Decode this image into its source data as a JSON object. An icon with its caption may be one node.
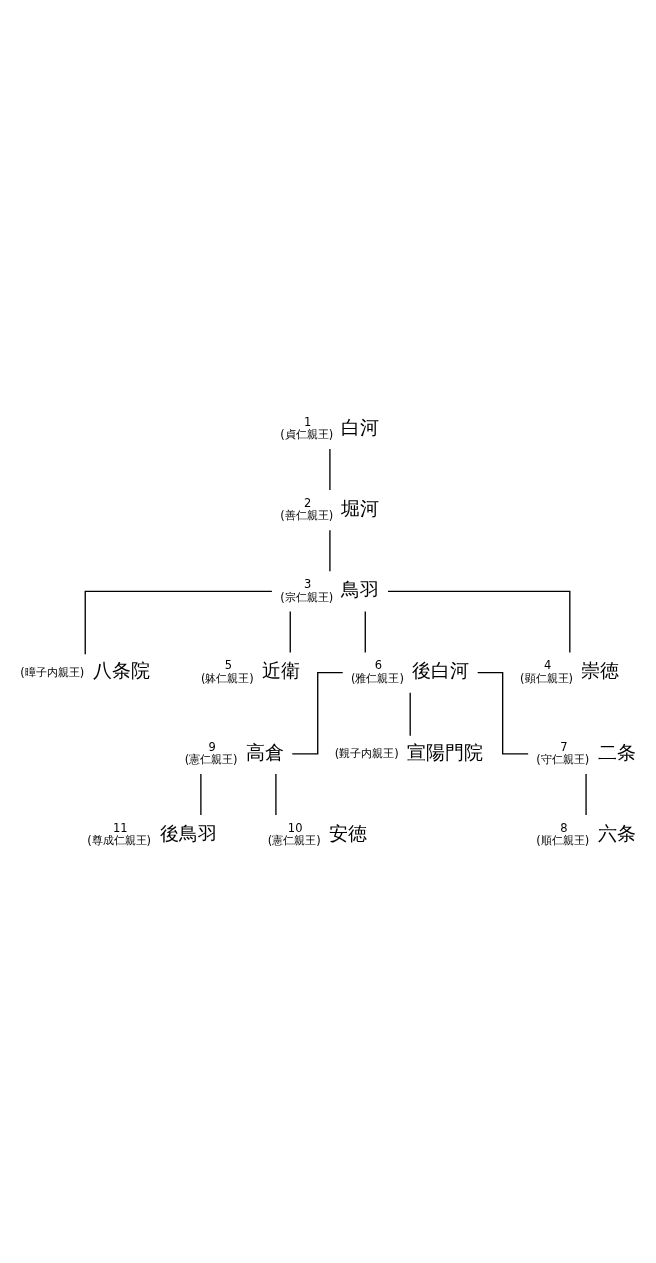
{
  "diagram": {
    "nodes": [
      {
        "text": [
          "白河"
        ],
        "beside": [
          "1",
          "(貞仁親王)"
        ]
      },
      {
        "text": [
          "堀河"
        ],
        "beside": [
          "2",
          "(善仁親王)"
        ]
      },
      {
        "text": [
          "鳥羽"
        ],
        "beside": [
          "3",
          "(宗仁親王)"
        ]
      },
      {
        "text": [
          "八条院"
        ],
        "beside": [
          "(暲子内親王)"
        ]
      },
      {
        "text": [
          "近衛"
        ],
        "beside": [
          "5",
          "(躰仁親王)"
        ]
      },
      {
        "text": [
          "後白河"
        ],
        "beside": [
          "6",
          "(雅仁親王)"
        ]
      },
      {
        "text": [
          "崇徳"
        ],
        "beside": [
          "4",
          "(顕仁親王)"
        ]
      },
      {
        "text": [
          "高倉"
        ],
        "beside": [
          "9",
          "(憲仁親王)"
        ]
      },
      {
        "text": [
          "宣陽門院"
        ],
        "beside": [
          "(覲子内親王)"
        ]
      },
      {
        "text": [
          "二条"
        ],
        "beside": [
          "7",
          "(守仁親王)"
        ]
      },
      {
        "text": [
          "後鳥羽"
        ],
        "beside": [
          "11",
          "(尊成仁親王)"
        ]
      },
      {
        "text": [
          "安徳"
        ],
        "beside": [
          "10",
          "(憲仁親王)"
        ]
      },
      {
        "text": [
          "六条"
        ],
        "beside": [
          "8",
          "(順仁親王)"
        ]
      }
    ],
    "edges": [
      {
        "from": 0,
        "to": 1,
        "arrow": "none"
      },
      {
        "from": 1,
        "to": 2,
        "arrow": "none"
      },
      {
        "from": 2,
        "to": 3,
        "arrow": "none"
      },
      {
        "from": 2,
        "to": 4,
        "arrow": "none"
      },
      {
        "from": 2,
        "to": 5,
        "arrow": "none"
      },
      {
        "from": 2,
        "to": 6,
        "arrow": "none"
      },
      {
        "from": 5,
        "to": 7,
        "arrow": "none"
      },
      {
        "from": 5,
        "to": 8,
        "arrow": "none"
      },
      {
        "from": 5,
        "to": 9,
        "arrow": "none"
      },
      {
        "from": 9,
        "to": 12,
        "arrow": "none"
      },
      {
        "from": 7,
        "to": 10,
        "arrow": "none"
      },
      {
        "from": 7,
        "to": 11,
        "arrow": "none"
      }
    ]
  }
}
